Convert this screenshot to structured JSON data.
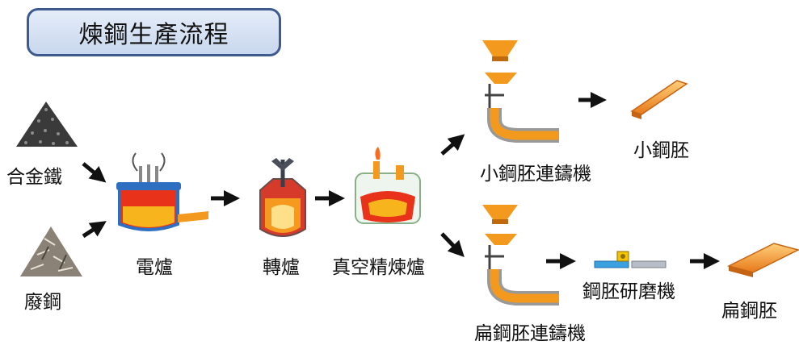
{
  "title": "煉鋼生產流程",
  "nodes": {
    "alloy_iron": "合金鐵",
    "scrap_steel": "廢鋼",
    "electric_furnace": "電爐",
    "converter": "轉爐",
    "vacuum_refining": "真空精煉爐",
    "billet_caster": "小鋼胚連鑄機",
    "billet": "小鋼胚",
    "slab_caster": "扁鋼胚連鑄機",
    "slab_grinder": "鋼胚研磨機",
    "slab": "扁鋼胚"
  },
  "colors": {
    "title_border": "#3f5a8e",
    "title_fill": "#d4e0f3",
    "steel_orange": "#f39a1e",
    "molten_red": "#e8321a",
    "furnace_blue": "#2f6fc1",
    "arrow": "#111111"
  }
}
